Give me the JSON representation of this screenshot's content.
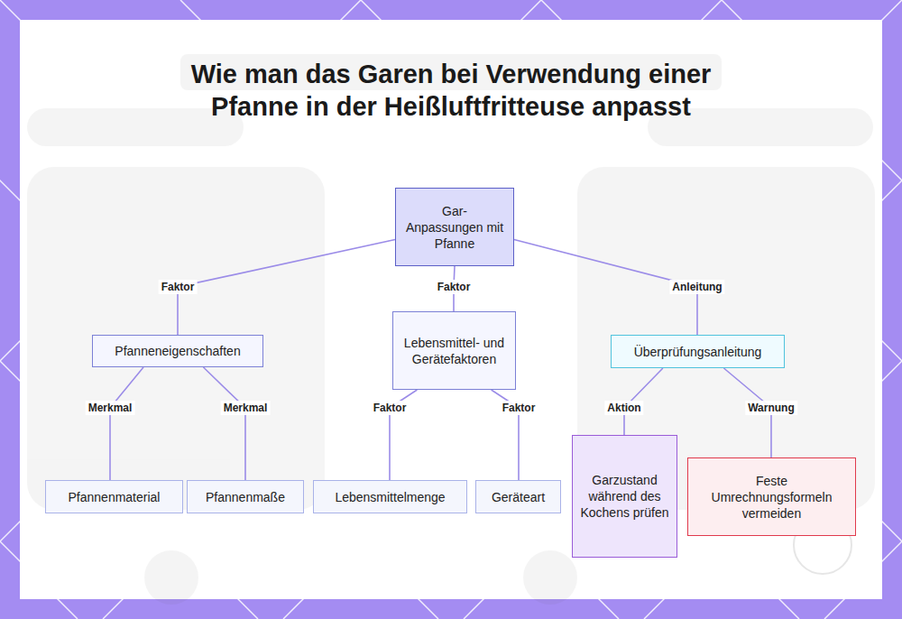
{
  "diagram": {
    "title": "Wie man das Garen bei Verwendung einer Pfanne in der Heißluftfritteuse anpasst",
    "nodes": [
      {
        "text": [
          "Gar- Anpassungen mit Pfanne"
        ]
      },
      {
        "text": [
          "Pfanneneigenschaften"
        ]
      },
      {
        "text": [
          "Lebensmittel- und Gerätefaktoren"
        ]
      },
      {
        "text": [
          "Überprüfungsanleitung"
        ]
      },
      {
        "text": [
          "Pfannenmaterial"
        ]
      },
      {
        "text": [
          "Pfannenmaße"
        ]
      },
      {
        "text": [
          "Lebensmittelmenge"
        ]
      },
      {
        "text": [
          "Geräteart"
        ]
      },
      {
        "text": [
          "Garzustand während des Kochens prüfen"
        ]
      },
      {
        "text": [
          "Feste Umrechnungsformeln vermeiden"
        ]
      }
    ],
    "edges": [
      {
        "from": 0,
        "to": 1,
        "label": "Faktor",
        "arrow": "none"
      },
      {
        "from": 0,
        "to": 2,
        "label": "Faktor",
        "arrow": "none"
      },
      {
        "from": 0,
        "to": 3,
        "label": "Anleitung",
        "arrow": "none"
      },
      {
        "from": 1,
        "to": 4,
        "label": "Merkmal",
        "arrow": "none"
      },
      {
        "from": 1,
        "to": 5,
        "label": "Merkmal",
        "arrow": "none"
      },
      {
        "from": 2,
        "to": 6,
        "label": "Faktor",
        "arrow": "none"
      },
      {
        "from": 2,
        "to": 7,
        "label": "Faktor",
        "arrow": "none"
      },
      {
        "from": 3,
        "to": 8,
        "label": "Aktion",
        "arrow": "none"
      },
      {
        "from": 3,
        "to": 9,
        "label": "Warnung",
        "arrow": "none"
      }
    ]
  }
}
